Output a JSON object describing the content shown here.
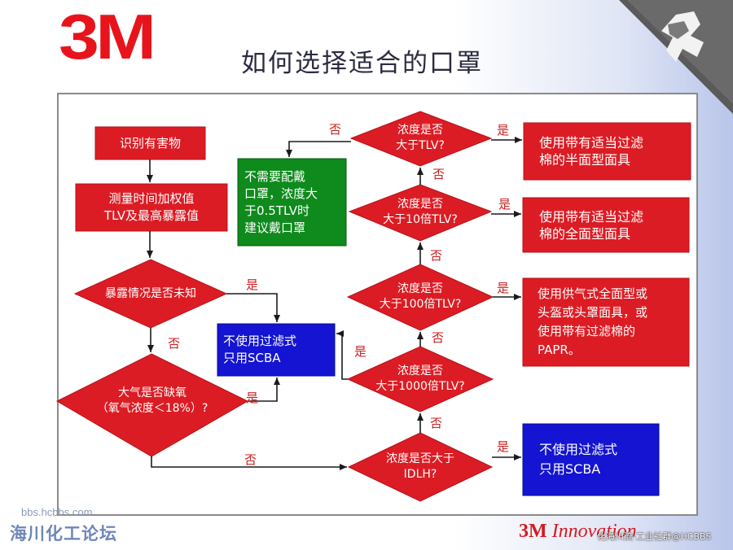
{
  "header": {
    "logo": "3M",
    "title": "如何选择适合的口罩"
  },
  "diagram": {
    "nodes": {
      "identify": "识别有害物",
      "measure": "测量时间加权值\nTLV及最高暴露值",
      "unknown": "暴露情况是否未知",
      "oxygen": "大气是否缺氧\n（氧气浓度＜18%）?",
      "scba_mid": "不使用过滤式\n只用SCBA",
      "no_need": "不需要配戴\n口罩，浓度大\n于0.5TLV时\n建议戴口罩",
      "q_tlv": "浓度是否\n大于TLV?",
      "q_10tlv": "浓度是否\n大于10倍TLV?",
      "q_100tlv": "浓度是否\n大于100倍TLV?",
      "q_1000tlv": "浓度是否\n大于1000倍TLV?",
      "q_idlh": "浓度是否大于\nIDLH?",
      "r_half": "使用带有适当过滤\n棉的半面型面具",
      "r_full": "使用带有适当过滤\n棉的全面型面具",
      "r_papr": "使用供气式全面型或\n头盔或头罩面具，或\n使用带有过滤棉的\nPAPR。",
      "r_scba": "不使用过滤式\n只用SCBA"
    },
    "labels": {
      "yes": "是",
      "no": "否"
    },
    "colors": {
      "red": "#dc1c24",
      "blue": "#1414d2",
      "green": "#0f8a1c",
      "line": "#1a1a1a"
    }
  },
  "footer": {
    "watermark_url": "bbs.hcbbs.com",
    "watermark_site": "海川化工论坛",
    "brand": "3M",
    "brand_tail": "Innovation",
    "watermark_right": "化海川流·工业社群@HCBBS"
  }
}
